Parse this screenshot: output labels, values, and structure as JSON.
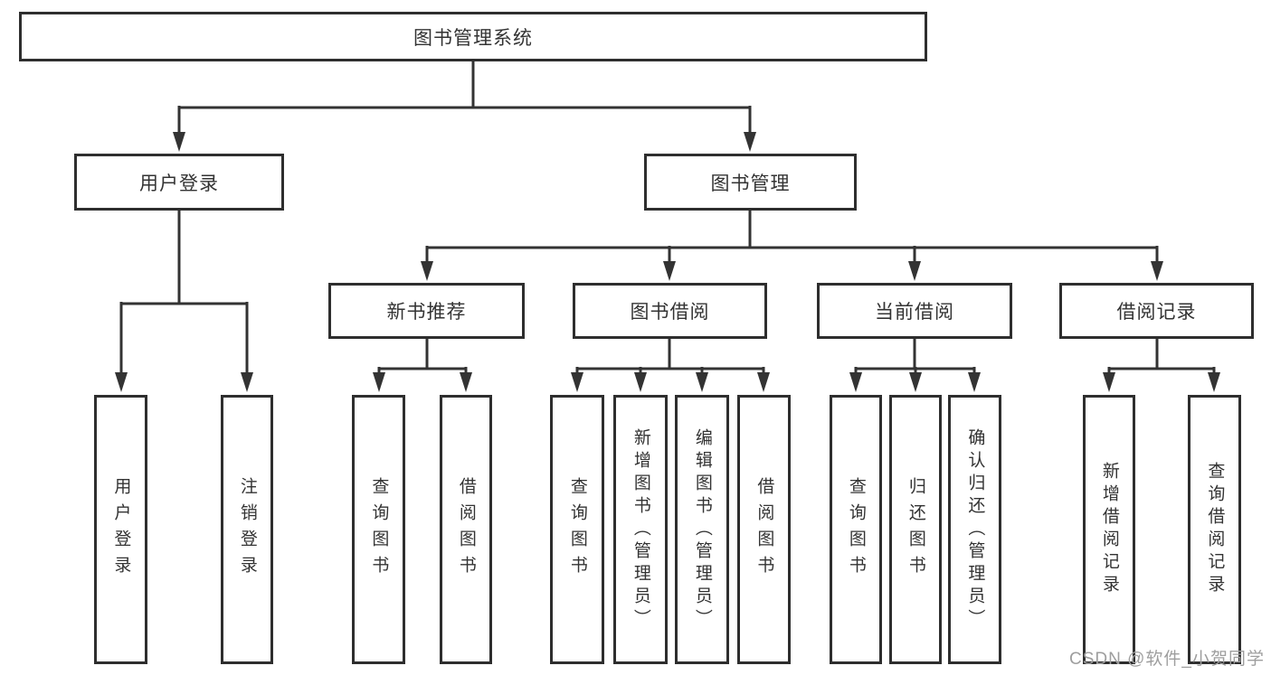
{
  "diagram": {
    "root": {
      "label": "图书管理系统"
    },
    "branches": [
      {
        "label": "用户登录",
        "children": [
          "用户登录",
          "注销登录"
        ]
      },
      {
        "label": "图书管理",
        "modules": [
          {
            "label": "新书推荐",
            "children": [
              "查询图书",
              "借阅图书"
            ]
          },
          {
            "label": "图书借阅",
            "children": [
              "查询图书",
              "新增图书（管理员）",
              "编辑图书（管理员）",
              "借阅图书"
            ]
          },
          {
            "label": "当前借阅",
            "children": [
              "查询图书",
              "归还图书",
              "确认归还（管理员）"
            ]
          },
          {
            "label": "借阅记录",
            "children": [
              "新增借阅记录",
              "查询借阅记录"
            ]
          }
        ]
      }
    ],
    "watermark": "CSDN @软件_小贺同学"
  },
  "colors": {
    "line": "#333333",
    "box_border": "#2e2e2e",
    "text": "#333333",
    "watermark": "#9e9e9e",
    "background": "#ffffff"
  }
}
